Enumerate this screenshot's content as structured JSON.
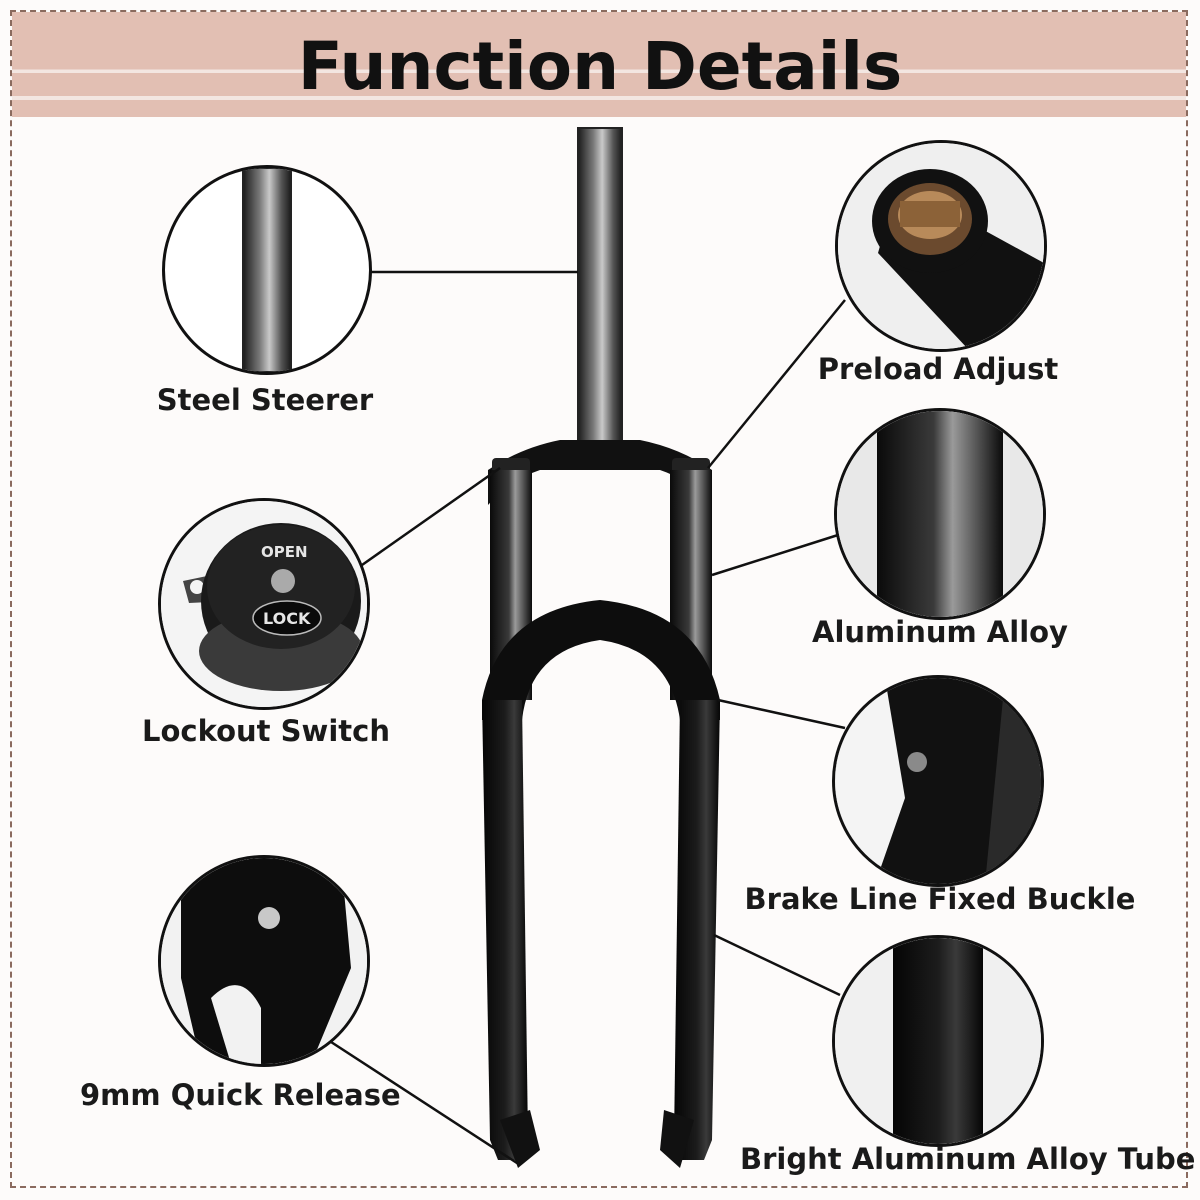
{
  "header": {
    "title": "Function Details"
  },
  "callouts": {
    "steel_steerer": "Steel Steerer",
    "preload_adjust": "Preload Adjust",
    "lockout_switch": "Lockout Switch",
    "aluminum_alloy": "Aluminum Alloy",
    "brake_line_fixed_buckle": "Brake Line Fixed Buckle",
    "quick_release": "9mm Quick Release",
    "bright_aluminum_alloy_tube": "Bright Aluminum Alloy Tube"
  },
  "lockout_dial": {
    "open": "OPEN",
    "lock": "LOCK"
  },
  "colors": {
    "banner": "#e2bfb3",
    "frame": "#8a6a5e",
    "fork": "#0d0d0d"
  }
}
